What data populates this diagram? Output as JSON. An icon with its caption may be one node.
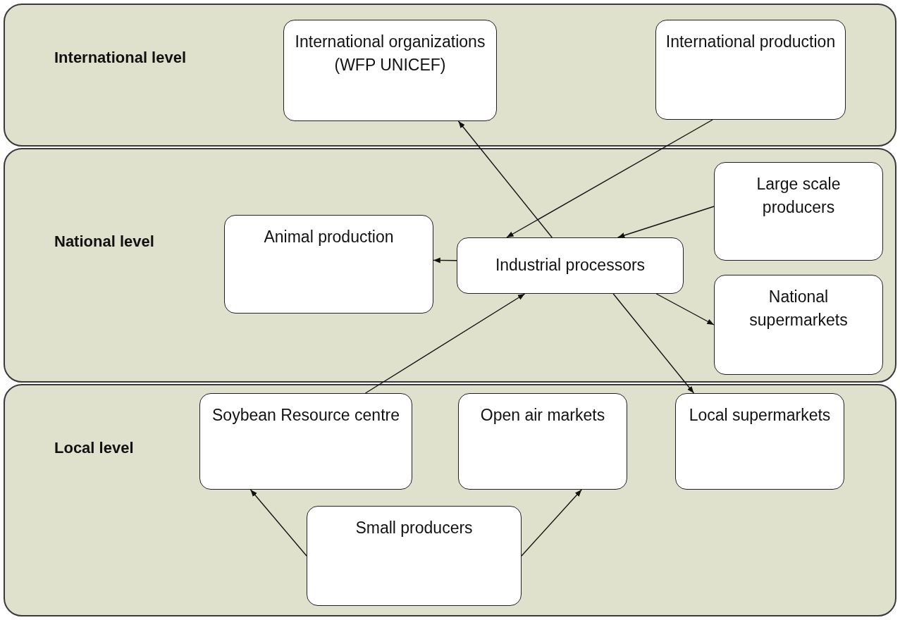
{
  "diagram": {
    "nodes": [
      {
        "text": [
          "International level"
        ]
      },
      {
        "text": [
          "International organizations (WFP UNICEF)"
        ],
        "in": 0
      },
      {
        "text": [
          "International production"
        ],
        "in": 0
      },
      {
        "text": [
          "National level"
        ]
      },
      {
        "text": [
          "Animal production"
        ],
        "in": 3
      },
      {
        "text": [
          "Industrial processors"
        ],
        "in": 3
      },
      {
        "text": [
          "Large scale producers"
        ],
        "in": 3
      },
      {
        "text": [
          "National supermarkets"
        ],
        "in": 3
      },
      {
        "text": [
          "Local level"
        ]
      },
      {
        "text": [
          "Soybean Resource centre"
        ],
        "in": 8
      },
      {
        "text": [
          "Open air markets"
        ],
        "in": 8
      },
      {
        "text": [
          "Local supermarkets"
        ],
        "in": 8
      },
      {
        "text": [
          "Small producers"
        ],
        "in": 8
      }
    ],
    "edges": [
      {
        "from": 5,
        "to": 1,
        "arrow": "to"
      },
      {
        "from": 2,
        "to": 5,
        "arrow": "to"
      },
      {
        "from": 6,
        "to": 5,
        "arrow": "to"
      },
      {
        "from": 5,
        "to": 4,
        "arrow": "to"
      },
      {
        "from": 9,
        "to": 5,
        "arrow": "to"
      },
      {
        "from": 5,
        "to": 7,
        "arrow": "to"
      },
      {
        "from": 5,
        "to": 11,
        "arrow": "to"
      },
      {
        "from": 12,
        "to": 9,
        "arrow": "to"
      },
      {
        "from": 12,
        "to": 10,
        "arrow": "to"
      }
    ]
  }
}
